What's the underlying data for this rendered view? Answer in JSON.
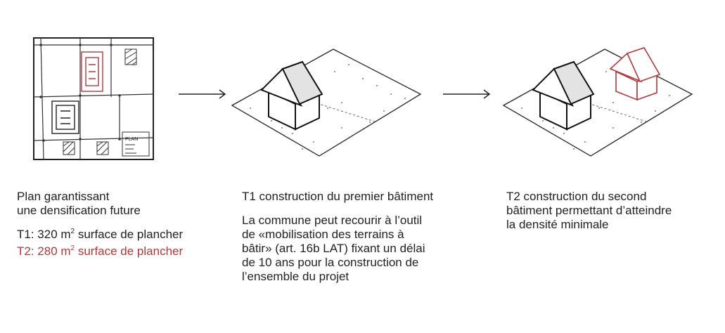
{
  "plan": {
    "label": "PLAN",
    "caption_lines": [
      "Plan garantissant",
      "une densification future"
    ],
    "t1": {
      "prefix": "T1: 320 m",
      "sup": "2",
      "suffix": " surface de plancher"
    },
    "t2": {
      "prefix": "T2: 280 m",
      "sup": "2",
      "suffix": " surface de plancher"
    }
  },
  "step1": {
    "title": "T1 construction du premier bâtiment",
    "body_lines": [
      "La commune peut recourir à l’outil",
      "de «mobilisation des terrains à",
      "bâtir» (art. 16b LAT) fixant un délai",
      "de 10 ans pour la construction de",
      "l’ensemble du projet"
    ]
  },
  "step2": {
    "title_lines": [
      "T2 construction du second",
      "bâtiment permettant d’atteindre",
      "la densité minimale"
    ]
  },
  "colors": {
    "highlight": "#b0383b",
    "ink": "#222222",
    "roof_fill": "#e3e3e3"
  }
}
